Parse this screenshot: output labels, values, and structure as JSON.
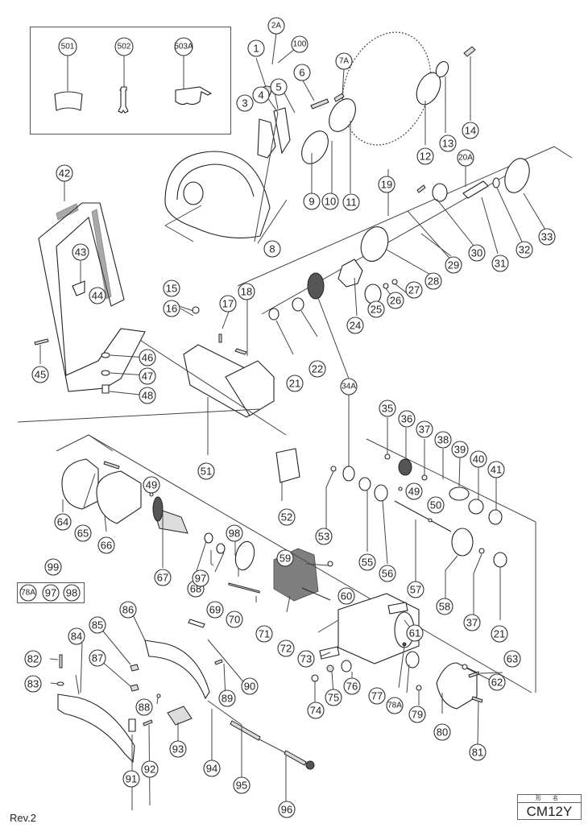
{
  "document": {
    "type": "exploded parts diagram",
    "revision": "Rev.2",
    "model_label_header": "形 名",
    "model": "CM12Y"
  },
  "accessories": [
    {
      "id": "501",
      "icon": "grip-sleeve-icon"
    },
    {
      "id": "502",
      "icon": "wrench-icon"
    },
    {
      "id": "503A",
      "icon": "safety-goggles-icon"
    }
  ],
  "kit": {
    "id": "99",
    "contents": [
      "78A",
      "97",
      "98"
    ]
  },
  "parts": {
    "p1": "1",
    "p2A": "2A",
    "p100": "100",
    "p3": "3",
    "p4": "4",
    "p5": "5",
    "p6": "6",
    "p7A": "7A",
    "p8": "8",
    "p9": "9",
    "p10": "10",
    "p11": "11",
    "p12": "12",
    "p13": "13",
    "p14": "14",
    "p15": "15",
    "p16": "16",
    "p17": "17",
    "p18": "18",
    "p19": "19",
    "p20A": "20A",
    "p21a": "21",
    "p21b": "21",
    "p22": "22",
    "p24": "24",
    "p25": "25",
    "p26": "26",
    "p27": "27",
    "p28": "28",
    "p29": "29",
    "p30": "30",
    "p31": "31",
    "p32": "32",
    "p33": "33",
    "p34A": "34A",
    "p35": "35",
    "p36": "36",
    "p37a": "37",
    "p37b": "37",
    "p38": "38",
    "p39": "39",
    "p40": "40",
    "p41": "41",
    "p42": "42",
    "p43": "43",
    "p44": "44",
    "p45": "45",
    "p46": "46",
    "p47": "47",
    "p48": "48",
    "p49a": "49",
    "p49b": "49",
    "p50": "50",
    "p51": "51",
    "p52": "52",
    "p53": "53",
    "p55": "55",
    "p56": "56",
    "p57": "57",
    "p58": "58",
    "p59": "59",
    "p60": "60",
    "p61": "61",
    "p62": "62",
    "p63": "63",
    "p64": "64",
    "p65": "65",
    "p66": "66",
    "p67": "67",
    "p68": "68",
    "p69": "69",
    "p70": "70",
    "p71": "71",
    "p72": "72",
    "p73": "73",
    "p74": "74",
    "p75": "75",
    "p76": "76",
    "p77": "77",
    "p78A": "78A",
    "p79": "79",
    "p80": "80",
    "p81": "81",
    "p82": "82",
    "p83": "83",
    "p84": "84",
    "p85": "85",
    "p86": "86",
    "p87": "87",
    "p88": "88",
    "p89": "89",
    "p90": "90",
    "p91": "91",
    "p92": "92",
    "p93": "93",
    "p94": "94",
    "p95": "95",
    "p96": "96",
    "p97": "97",
    "p98": "98"
  }
}
